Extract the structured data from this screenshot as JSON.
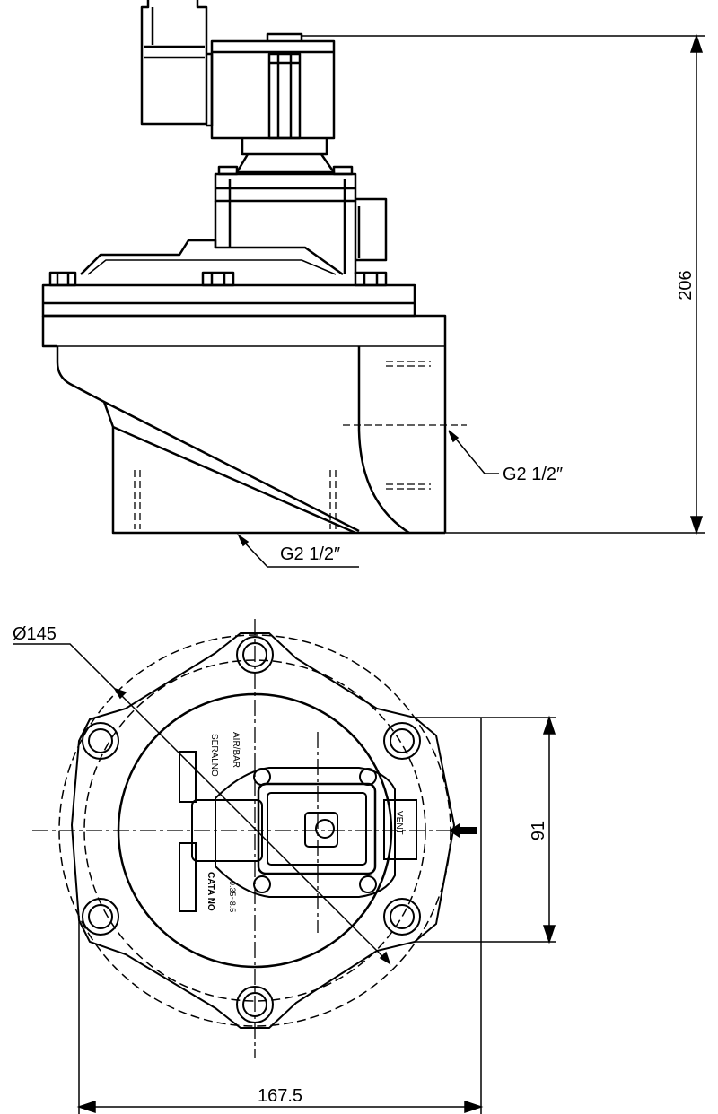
{
  "dimensions": {
    "height": "206",
    "side_outlet_thread": "G2 1/2″",
    "bottom_outlet_thread": "G2 1/2″",
    "diameter": "Ø145",
    "height_small": "91",
    "width": "167.5"
  },
  "plate": {
    "air_bar": "AIR/BAR",
    "serial_no": "SERALNO",
    "pressure": "0.35~8.5",
    "cata_no": "CATA NO",
    "vent": "VENT"
  },
  "colors": {
    "line": "#000000",
    "background": "#ffffff"
  }
}
